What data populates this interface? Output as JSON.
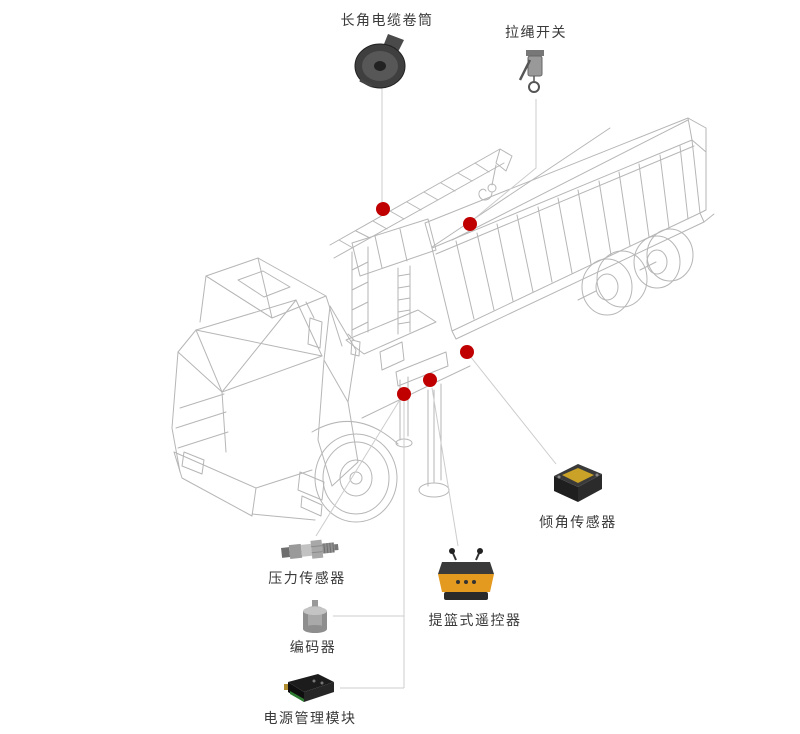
{
  "diagram": {
    "type": "truck-crane-sensor-placement",
    "marker_color": "#c00000",
    "connector_color": "#cccccc",
    "wireframe_color": "#b6b6b6",
    "components": [
      {
        "id": "cable-reel",
        "label": "长角电缆卷筒"
      },
      {
        "id": "pull-rope-switch",
        "label": "拉绳开关"
      },
      {
        "id": "tilt-sensor",
        "label": "倾角传感器"
      },
      {
        "id": "pressure-sensor",
        "label": "压力传感器"
      },
      {
        "id": "basket-remote",
        "label": "提篮式遥控器"
      },
      {
        "id": "encoder",
        "label": "编码器"
      },
      {
        "id": "power-module",
        "label": "电源管理模块"
      }
    ]
  }
}
